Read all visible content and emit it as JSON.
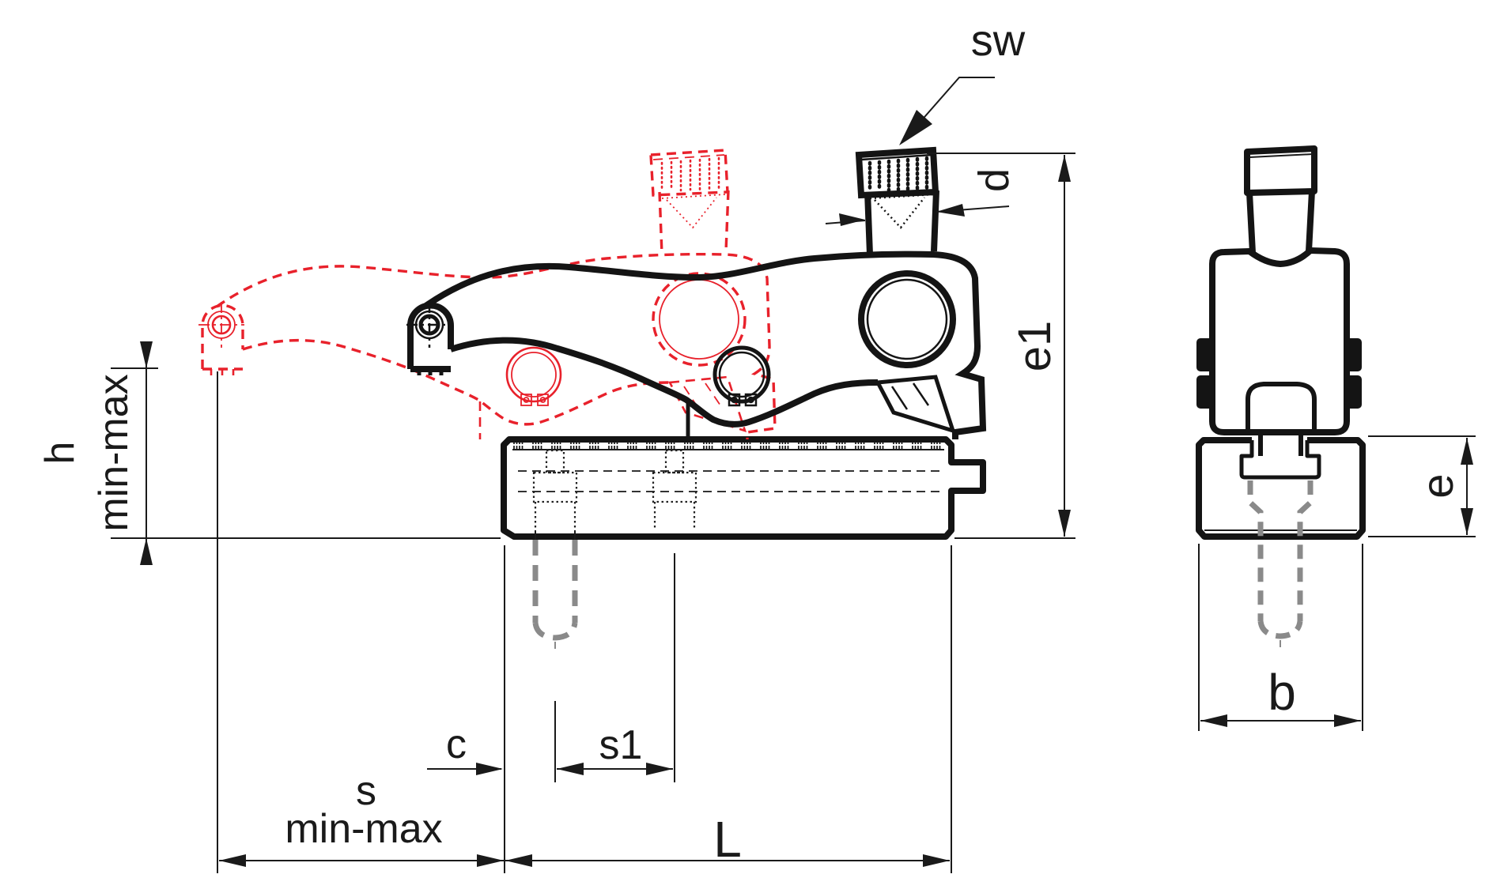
{
  "drawing": {
    "kind": "technical-dimension-drawing",
    "views": [
      "front-view-clamp",
      "side-view-clamp"
    ],
    "colors": {
      "line": "#141414",
      "phantom_position": "#e8212b",
      "hidden_stud": "#8a8a8a",
      "background": "#ffffff"
    }
  },
  "labels": {
    "sw": "sw",
    "d": "d",
    "e1": "e1",
    "h": "h",
    "h_range": "min-max",
    "c": "c",
    "s1": "s1",
    "s": "s",
    "s_range": "min-max",
    "L": "L",
    "e": "e",
    "b": "b"
  }
}
